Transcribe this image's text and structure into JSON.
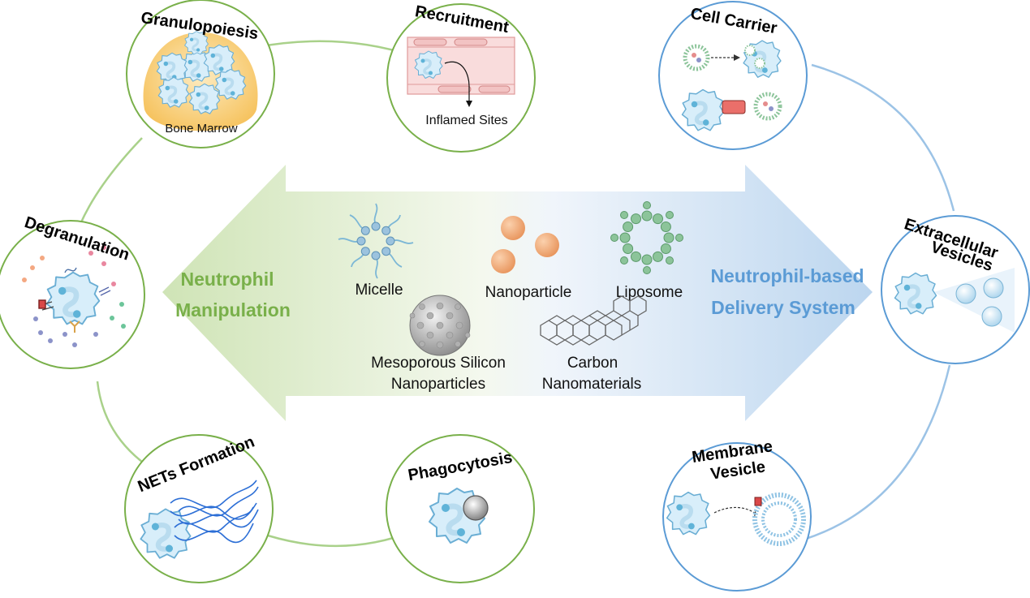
{
  "left_arrow": {
    "line1": "Neutrophil",
    "line2": "Manipulation",
    "color": "#79b04a"
  },
  "right_arrow": {
    "line1": "Neutrophil-based",
    "line2": "Delivery System",
    "color": "#5b9bd5"
  },
  "nanomaterials": {
    "micelle": "Micelle",
    "nanoparticle": "Nanoparticle",
    "liposome": "Liposome",
    "mesoporous_line1": "Mesoporous  Silicon",
    "mesoporous_line2": "Nanoparticles",
    "carbon_line1": "Carbon",
    "carbon_line2": "Nanomaterials"
  },
  "manipulation_circles": {
    "granulopoiesis": {
      "title": "Granulopoiesis",
      "sublabel": "Bone Marrow"
    },
    "recruitment": {
      "title": "Recruitment",
      "sublabel": "Inflamed Sites"
    },
    "degranulation": {
      "title": "Degranulation"
    },
    "nets": {
      "title": "NETs Formation"
    },
    "phagocytosis": {
      "title": "Phagocytosis"
    }
  },
  "delivery_circles": {
    "cell_carrier": {
      "title": "Cell Carrier"
    },
    "extracellular": {
      "title_line1": "Extracellular",
      "title_line2": "Vesicles"
    },
    "membrane": {
      "title_line1": "Membrane",
      "title_line2": "Vesicle"
    }
  },
  "colors": {
    "green_ring": "#7fb857",
    "blue_ring": "#5b9bd5",
    "cell_fill": "#d8eefa",
    "cell_stroke": "#7ab4d6",
    "nucleus": "#5fb3d8",
    "bone_marrow": "#f7c96b"
  }
}
